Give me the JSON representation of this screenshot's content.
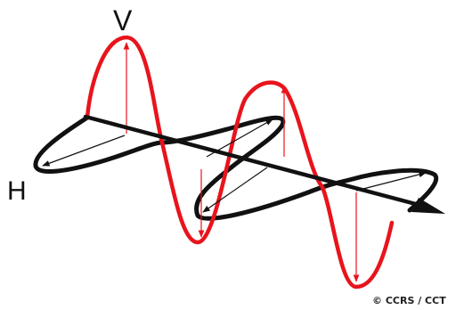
{
  "diagram": {
    "labels": {
      "vertical": "V",
      "horizontal": "H"
    },
    "credit": "© CCRS / CCT",
    "colors": {
      "vertical_wave": "#e8141c",
      "horizontal_wave": "#111111",
      "axis": "#111111",
      "background": "#ffffff"
    }
  }
}
